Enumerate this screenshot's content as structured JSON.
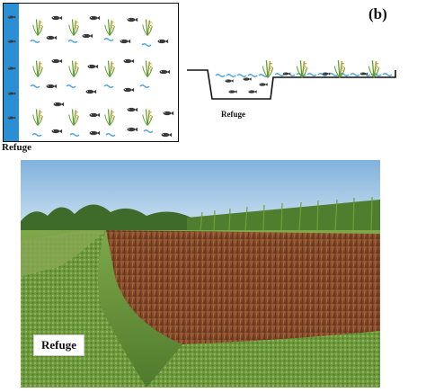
{
  "panel_a": {
    "refuge_label": "Refuge"
  },
  "panel_b": {
    "panel_label": "(b)",
    "refuge_label": "Refuge"
  },
  "photo": {
    "caption": "Refuge"
  },
  "colors": {
    "refuge_blue": "#2b8fd6",
    "fish": "#3a3a3a",
    "rice_stem": "#5b9a2a",
    "rice_grain": "#e0a22a",
    "water": "#4aa3df",
    "sky": "#a9cbe6",
    "field_brown": "#8a4e2a",
    "grass": "#6b9a3a"
  }
}
